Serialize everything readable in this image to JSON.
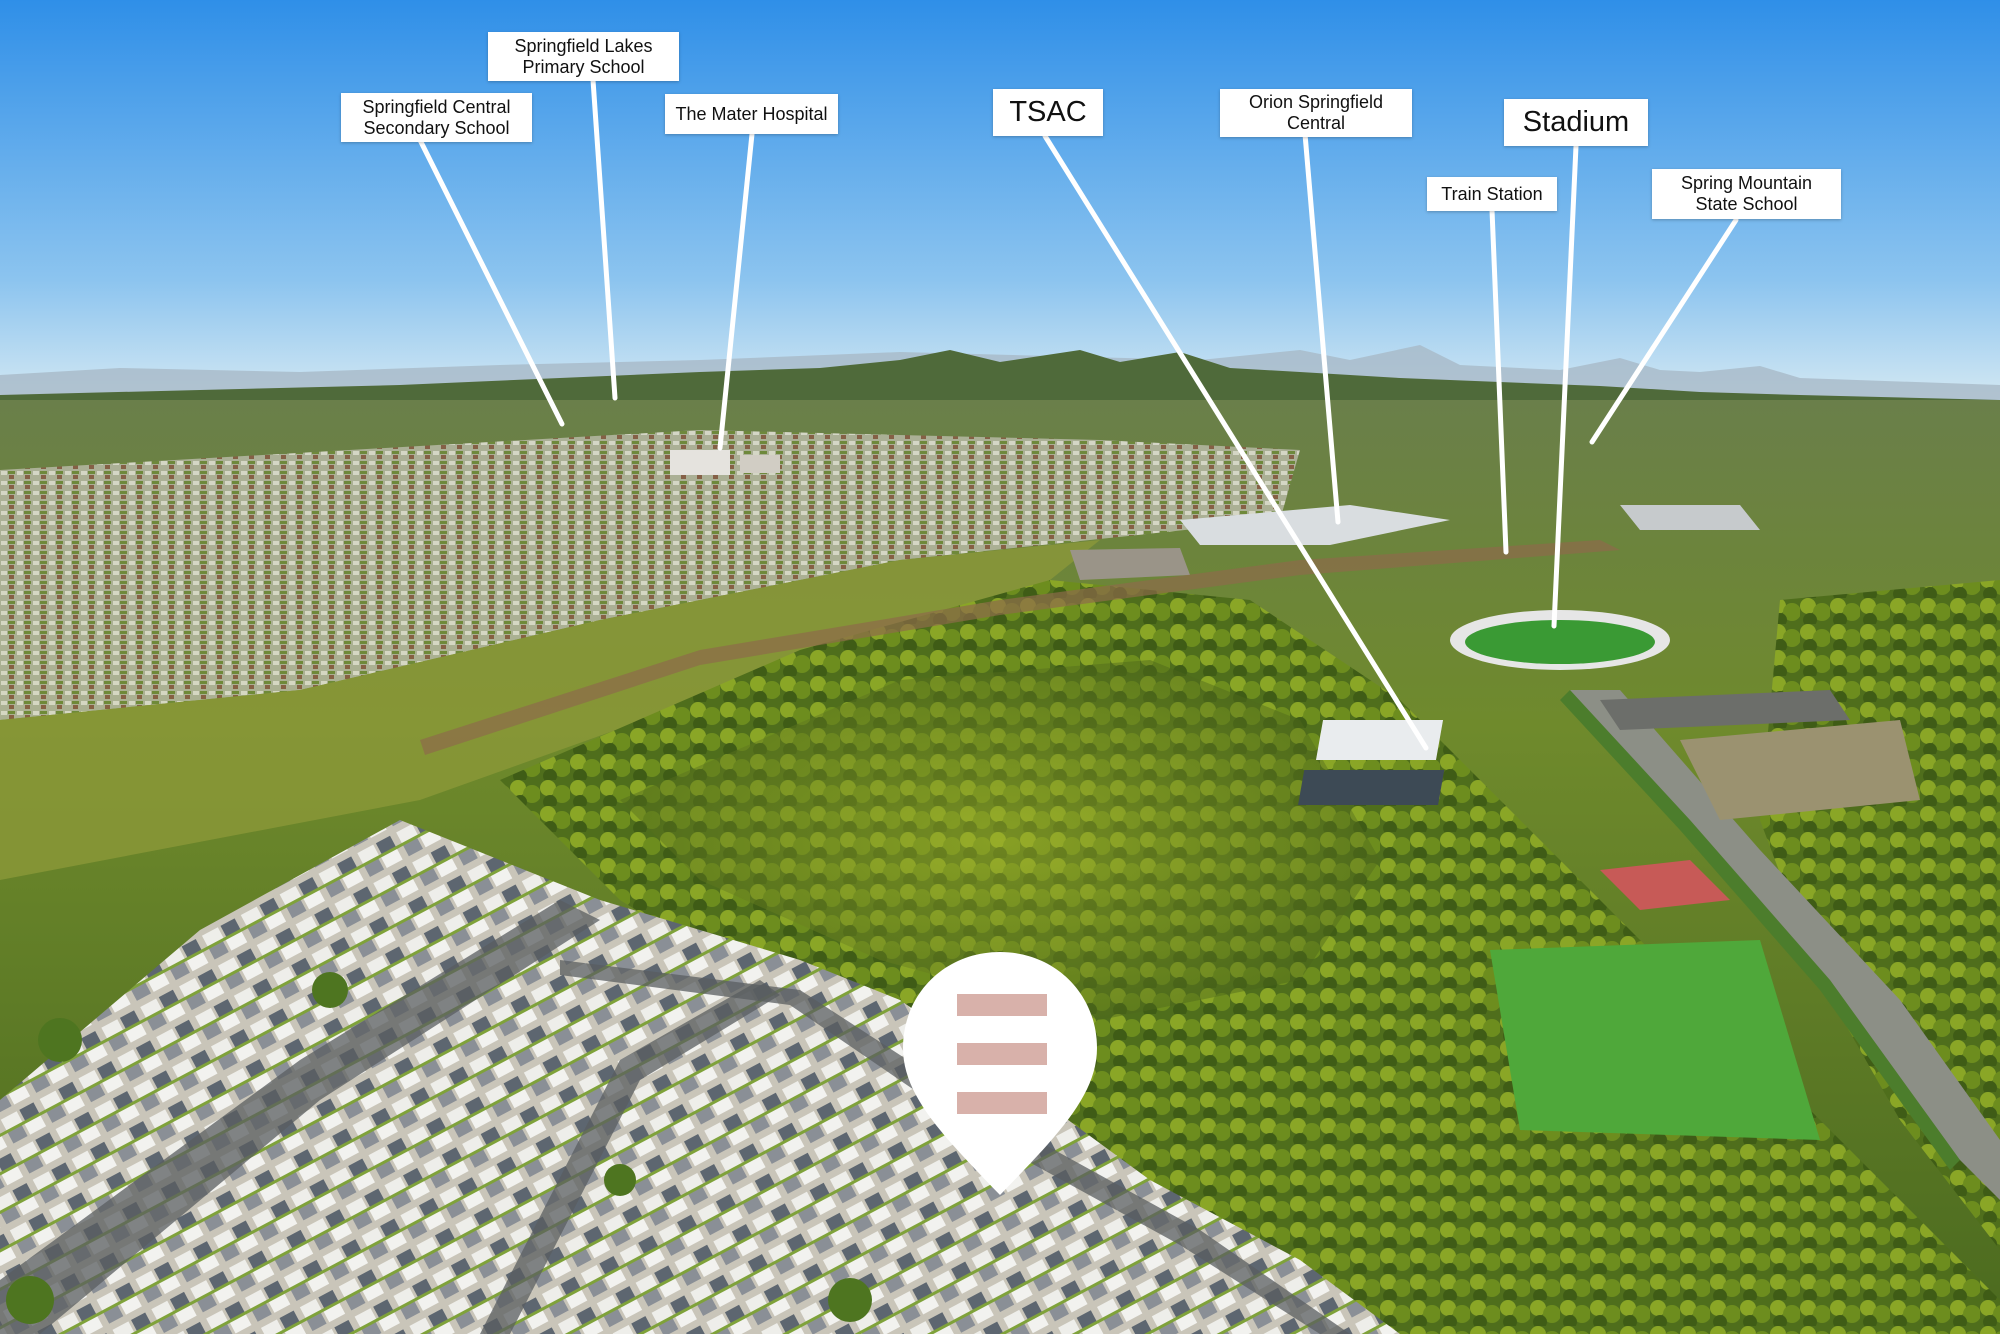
{
  "labels": {
    "springfield_central_secondary": "Springfield Central\nSecondary School",
    "springfield_lakes_primary": "Springfield Lakes\nPrimary School",
    "mater_hospital": "The Mater Hospital",
    "tsac": "TSAC",
    "orion_springfield": "Orion Springfield\nCentral",
    "stadium": "Stadium",
    "train_station": "Train Station",
    "spring_mountain": "Spring Mountain\nState School"
  },
  "colors": {
    "sky_top": "#2f8fe8",
    "sky_bottom": "#cfe6f5",
    "forest_dark": "#3d5a1c",
    "forest_light": "#8fae2c",
    "field_green": "#4fa83a",
    "pin_bars": "#d8b1aa"
  },
  "pin_icon": "location-pin-icon"
}
